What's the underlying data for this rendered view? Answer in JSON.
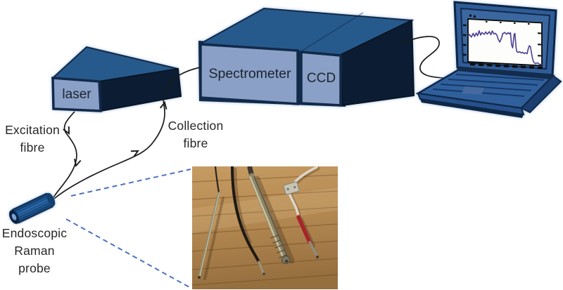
{
  "figure": {
    "components": {
      "laser": {
        "label": "laser"
      },
      "spectrometer": {
        "label": "Spectrometer"
      },
      "ccd": {
        "label": "CCD"
      },
      "excitation_fibre": {
        "line1": "Excitation",
        "line2": "fibre"
      },
      "collection_fibre": {
        "line1": "Collection",
        "line2": "fibre"
      },
      "raman_probe": {
        "line1": "Endoscopic",
        "line2": "Raman",
        "line3": "probe"
      }
    },
    "photo": {
      "description": "photograph of four fibre-optic Raman probes lying on a wooden table"
    },
    "laptop": {
      "screen_content": "Raman spectrum trace",
      "spectrum_points": [
        [
          0,
          0.4
        ],
        [
          0.02,
          0.36
        ],
        [
          0.045,
          0.42
        ],
        [
          0.07,
          0.33
        ],
        [
          0.09,
          0.4
        ],
        [
          0.11,
          0.32
        ],
        [
          0.13,
          0.38
        ],
        [
          0.15,
          0.26
        ],
        [
          0.17,
          0.36
        ],
        [
          0.19,
          0.3
        ],
        [
          0.22,
          0.34
        ],
        [
          0.24,
          0.28
        ],
        [
          0.26,
          0.33
        ],
        [
          0.29,
          0.27
        ],
        [
          0.31,
          0.34
        ],
        [
          0.33,
          0.25
        ],
        [
          0.35,
          0.32
        ],
        [
          0.37,
          0.3
        ],
        [
          0.39,
          0.34
        ],
        [
          0.41,
          0.44
        ],
        [
          0.43,
          0.5
        ],
        [
          0.455,
          0.4
        ],
        [
          0.47,
          0.3
        ],
        [
          0.5,
          0.27
        ],
        [
          0.52,
          0.31
        ],
        [
          0.545,
          0.27
        ],
        [
          0.56,
          0.3
        ],
        [
          0.575,
          0.27
        ],
        [
          0.59,
          0.55
        ],
        [
          0.605,
          0.62
        ],
        [
          0.615,
          0.45
        ],
        [
          0.625,
          0.3
        ],
        [
          0.635,
          0.28
        ],
        [
          0.65,
          0.6
        ],
        [
          0.66,
          0.7
        ],
        [
          0.68,
          0.72
        ],
        [
          0.7,
          0.7
        ],
        [
          0.72,
          0.73
        ],
        [
          0.74,
          0.71
        ],
        [
          0.76,
          0.74
        ],
        [
          0.78,
          0.72
        ],
        [
          0.8,
          0.74
        ],
        [
          0.815,
          0.62
        ],
        [
          0.83,
          0.55
        ],
        [
          0.845,
          0.57
        ],
        [
          0.86,
          0.72
        ],
        [
          0.875,
          0.86
        ],
        [
          0.89,
          0.93
        ],
        [
          0.91,
          0.96
        ],
        [
          0.94,
          0.94
        ],
        [
          0.97,
          0.97
        ],
        [
          1.0,
          0.98
        ]
      ]
    },
    "colors": {
      "box-front": "#8aa0c6",
      "box-top": "#275a8c",
      "box-side": "#0c1d33",
      "box-border": "#122a4a",
      "panel-text": "#1b2430",
      "label-text": "#262626",
      "fibre-line": "#1a1a1a",
      "dashed-callout": "#4d72c0",
      "spectrum-line": "#4a3f94",
      "laptop-body": "#30609c",
      "wood": "#b68a52",
      "probe-blue": "#1d5c9e"
    }
  }
}
